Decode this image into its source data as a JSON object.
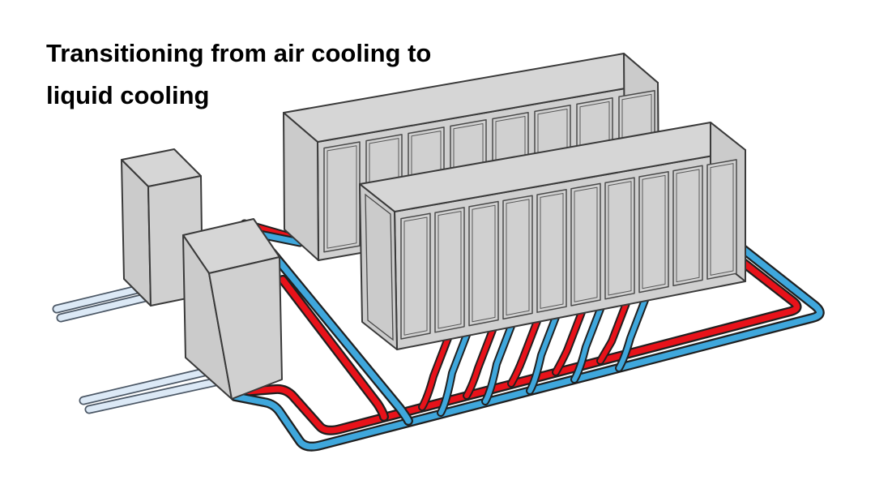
{
  "title": {
    "line1": "Transitioning from air cooling to",
    "line2": "liquid cooling"
  },
  "diagram": {
    "type": "isometric illustration",
    "subject": "data-center cooling piping",
    "colors": {
      "hot_pipe": "#e8121a",
      "cold_pipe": "#3fa7dc",
      "facility_pipe": "#dce9f6",
      "facility_pipe_outline": "#4c5866",
      "pipe_outline": "#1f1f1f",
      "cabinet_fill": "#d0d0d0",
      "cabinet_top_fill": "#d6d6d6",
      "cabinet_end_fill": "#cbcbcb",
      "cabinet_outline": "#3a3a3a",
      "background": "#ffffff"
    },
    "back_rack_row": {
      "door_count": 8
    },
    "front_rack_row": {
      "door_count": 10
    },
    "cdu_count": 2,
    "branch_pair_count": 5,
    "facility_pipes_per_cdu": 2
  }
}
